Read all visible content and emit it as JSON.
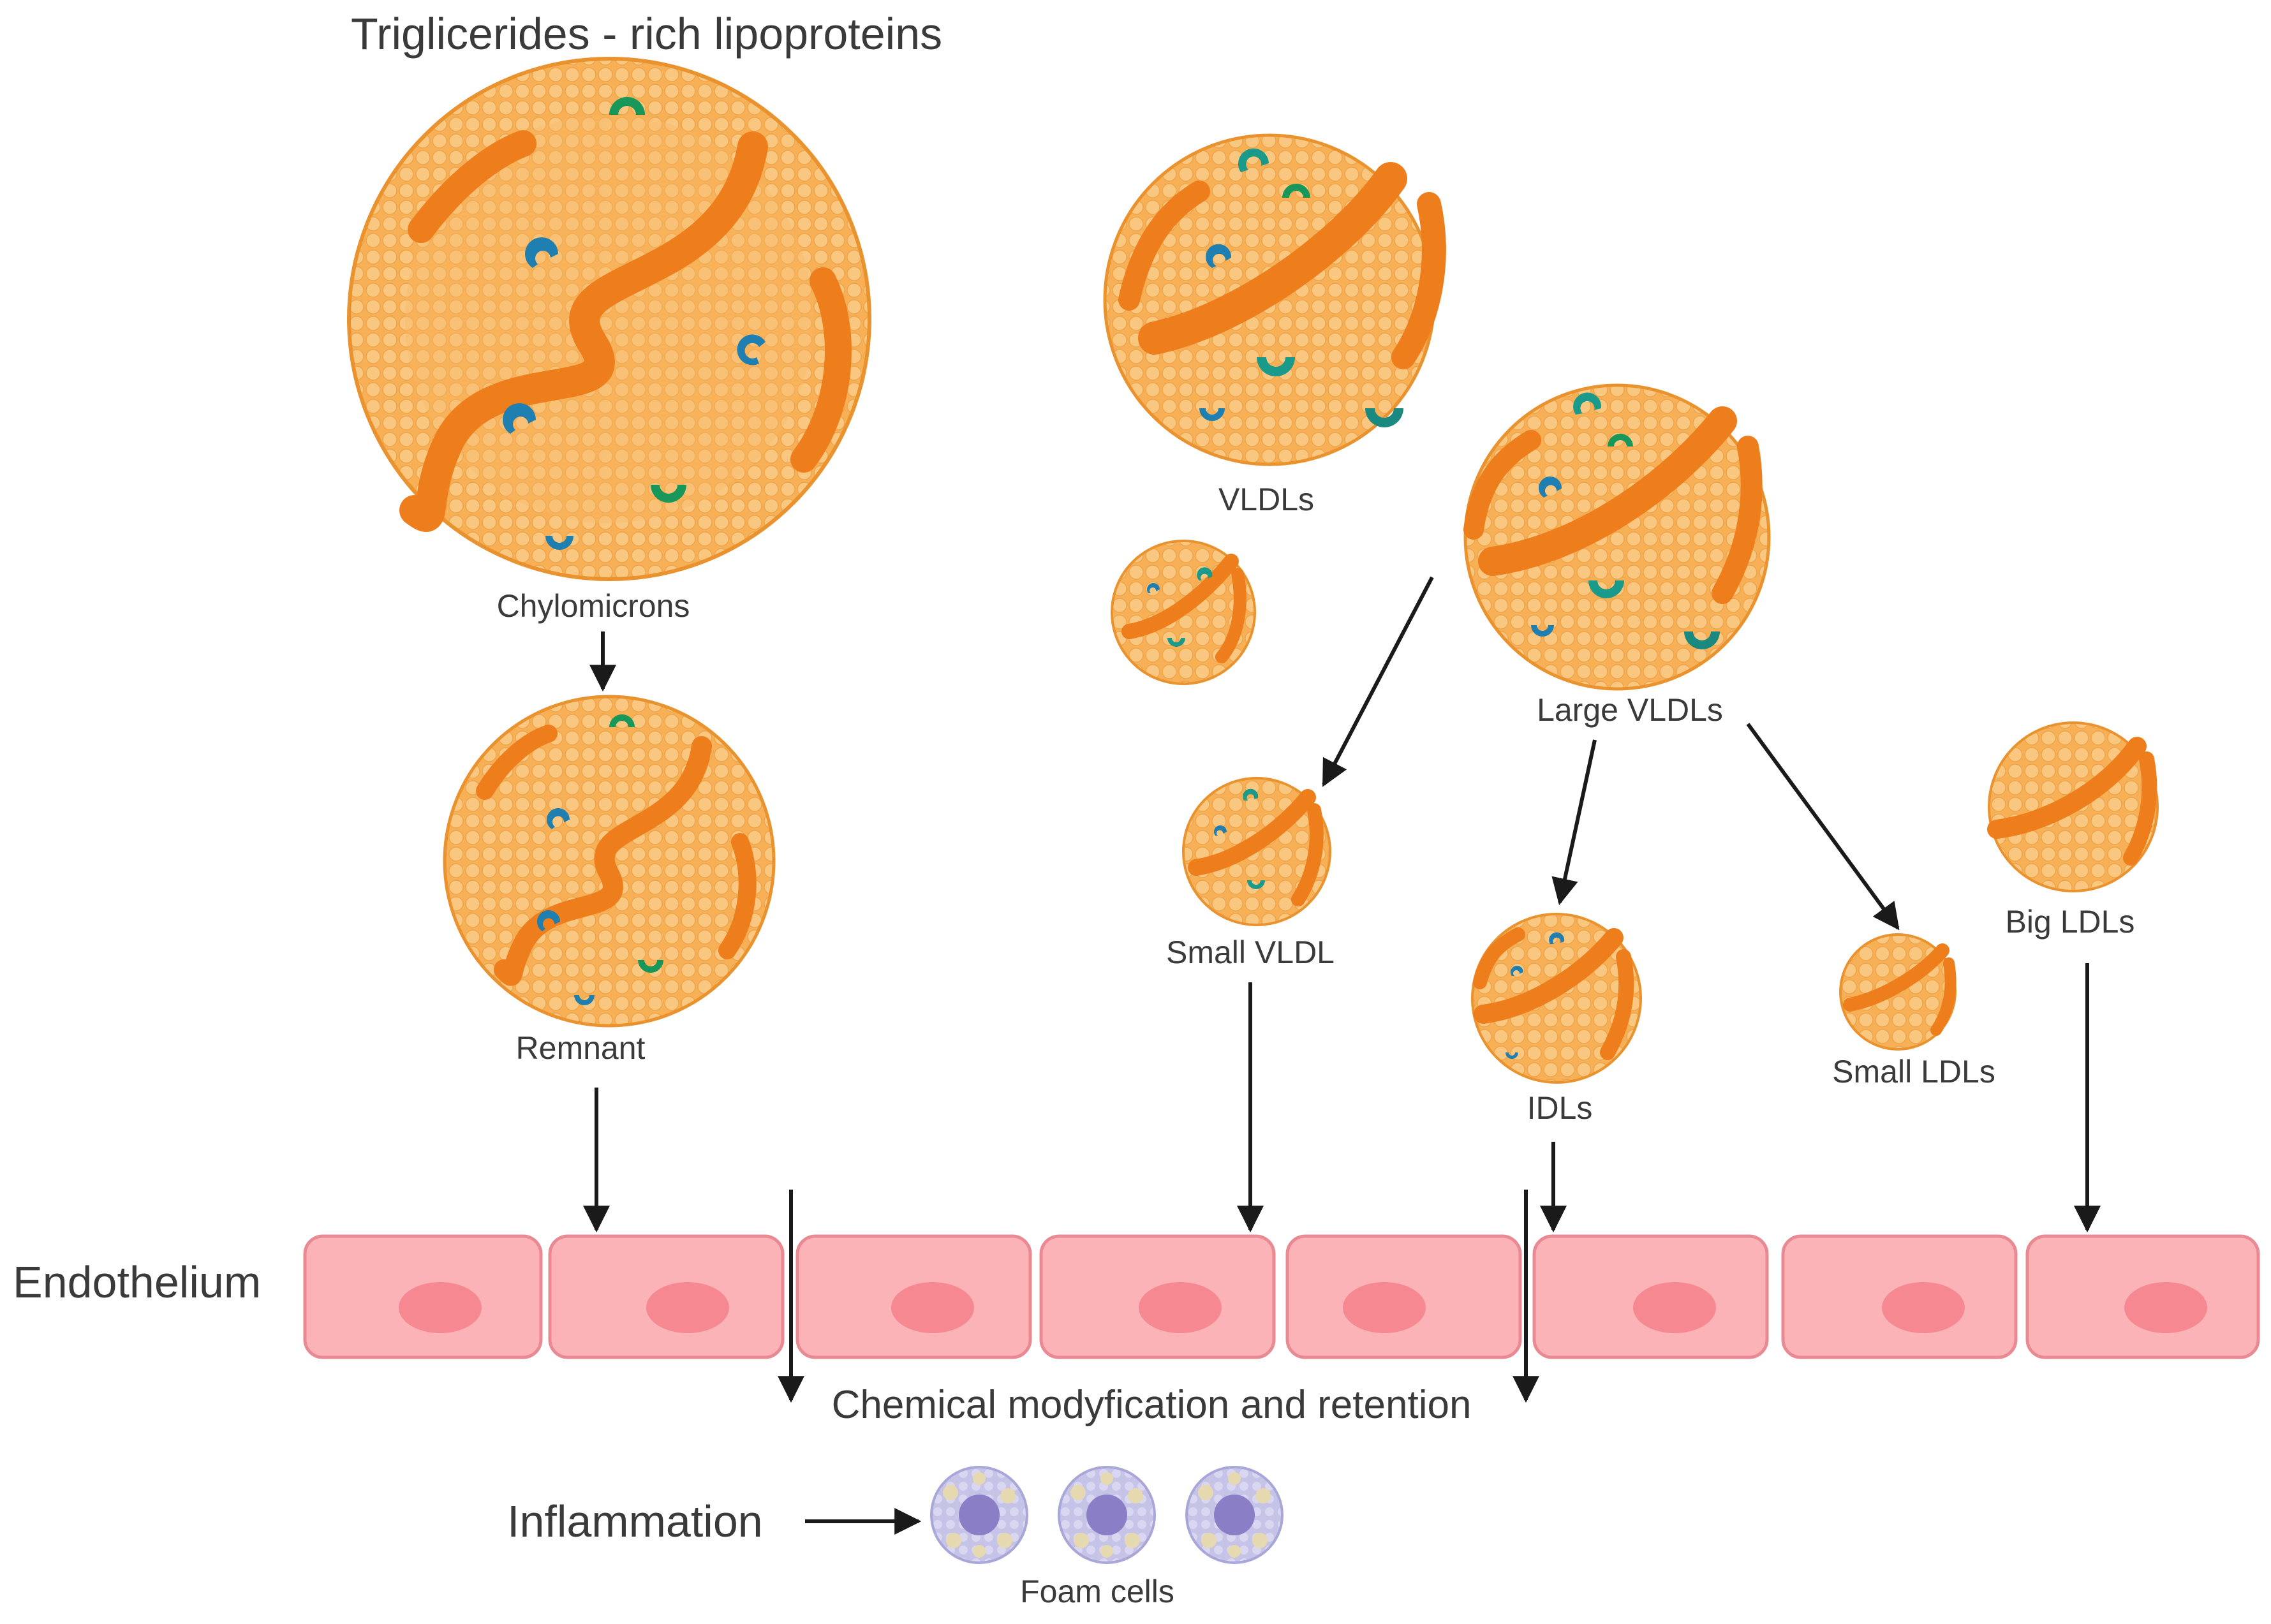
{
  "title": "Triglicerides - rich lipoproteins",
  "labels": {
    "chylomicrons": "Chylomicrons",
    "remnant": "Remnant",
    "vldls": "VLDLs",
    "large_vldls": "Large VLDLs",
    "small_vldl": "Small VLDL",
    "idls": "IDLs",
    "small_ldls": "Small LDLs",
    "big_ldls": "Big LDLs",
    "endothelium": "Endothelium",
    "chemical": "Chemical modyfication and retention",
    "inflammation": "Inflammation",
    "foam_cells": "Foam cells"
  },
  "colors": {
    "particle_fill": "#f7b055",
    "particle_dots": "#f9c77f",
    "particle_edge": "#e9922e",
    "protein_band": "#ee7d1c",
    "receptor_blue": "#1e7fb0",
    "receptor_green": "#17985a",
    "receptor_teal": "#1a9a8a",
    "cell_fill": "#fbb3b7",
    "cell_edge": "#e98a92",
    "nucleus": "#f58891",
    "foam_fill": "#c5c3e6",
    "foam_core": "#8a7fc7",
    "foam_droplet": "#e6d9b0",
    "arrow": "#1a1a1a",
    "text": "#3a3a3a"
  }
}
